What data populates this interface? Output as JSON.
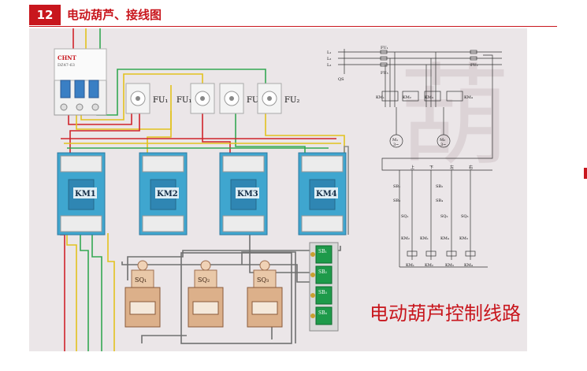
{
  "header": {
    "number": "12",
    "title": "电动葫芦、接线图"
  },
  "colors": {
    "accent": "#c8161d",
    "contactor": "#3fa6cf",
    "wire_red": "#d0242a",
    "wire_yellow": "#e2c21e",
    "wire_green": "#34a853",
    "button_green": "#1e9a4a"
  },
  "breaker": {
    "brand": "CHNT",
    "model": "DZ47-63"
  },
  "fuses": [
    "FU₁",
    "FU₁",
    "FU₂",
    "FU₂"
  ],
  "contactors": [
    "KM1",
    "KM2",
    "KM3",
    "KM4"
  ],
  "limit_switches": [
    "SQ₁",
    "SQ₂",
    "SQ₃"
  ],
  "buttons": [
    "SB₁",
    "SB₂",
    "SB₃",
    "SB₄"
  ],
  "wiring_caption": "电动葫芦控制线路",
  "schematic": {
    "lines": [
      "L₁",
      "L₂",
      "L₃"
    ],
    "qs": "QS",
    "fu1": "FU₁",
    "fu2": "FU₂",
    "fu3": "FU₃",
    "main_contacts": [
      "KM₁",
      "KM₂",
      "KM₃",
      "KM₄"
    ],
    "motors": [
      {
        "name": "M₁",
        "phase": "3~"
      },
      {
        "name": "M₂",
        "phase": "3~"
      }
    ],
    "directions": [
      "上",
      "下",
      "左",
      "右"
    ],
    "switches": [
      "SB₁",
      "SB₂",
      "SB₃",
      "SB₄",
      "SQ₁",
      "SQ₂",
      "SQ₃"
    ],
    "interlocks": [
      "KM₂",
      "KM₁",
      "KM₄",
      "KM₃"
    ],
    "coils": [
      "KM₁",
      "KM₂",
      "KM₃",
      "KM₄"
    ]
  }
}
